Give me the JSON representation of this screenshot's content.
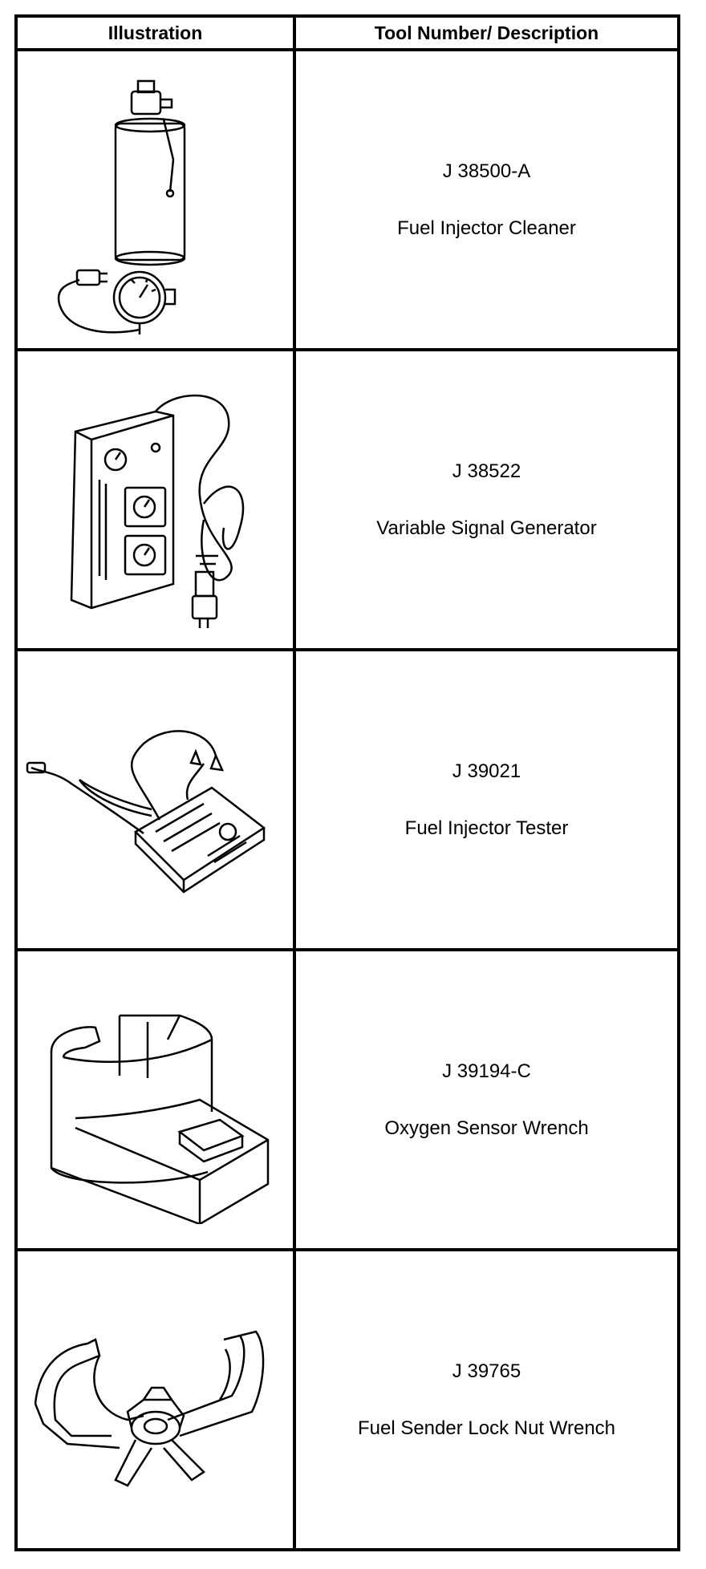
{
  "table": {
    "headers": {
      "illustration": "Illustration",
      "description": "Tool Number/ Description"
    },
    "rows": [
      {
        "number": "J 38500-A",
        "name": "Fuel Injector Cleaner",
        "icon": "fuel-injector-cleaner-icon"
      },
      {
        "number": "J 38522",
        "name": "Variable Signal Generator",
        "icon": "signal-generator-icon"
      },
      {
        "number": "J 39021",
        "name": "Fuel Injector Tester",
        "icon": "injector-tester-icon"
      },
      {
        "number": "J 39194-C",
        "name": "Oxygen Sensor Wrench",
        "icon": "oxygen-sensor-wrench-icon"
      },
      {
        "number": "J 39765",
        "name": "Fuel Sender Lock Nut Wrench",
        "icon": "lock-nut-wrench-icon"
      }
    ]
  }
}
